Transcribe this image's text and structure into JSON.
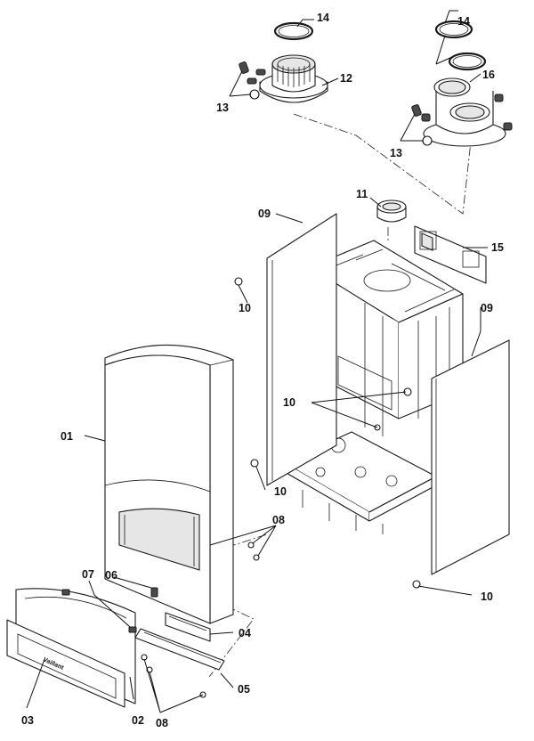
{
  "diagram": {
    "brand_mark": "Vaillant",
    "labels": [
      {
        "id": "l14a",
        "text": "14"
      },
      {
        "id": "l14b",
        "text": "14"
      },
      {
        "id": "l12",
        "text": "12"
      },
      {
        "id": "l16",
        "text": "16"
      },
      {
        "id": "l13a",
        "text": "13"
      },
      {
        "id": "l13b",
        "text": "13"
      },
      {
        "id": "l09a",
        "text": "09"
      },
      {
        "id": "l11",
        "text": "11"
      },
      {
        "id": "l15",
        "text": "15"
      },
      {
        "id": "l10a",
        "text": "10"
      },
      {
        "id": "l09b",
        "text": "09"
      },
      {
        "id": "l10b",
        "text": "10"
      },
      {
        "id": "l01",
        "text": "01"
      },
      {
        "id": "l10c",
        "text": "10"
      },
      {
        "id": "l08a",
        "text": "08"
      },
      {
        "id": "l07",
        "text": "07"
      },
      {
        "id": "l06",
        "text": "06"
      },
      {
        "id": "l04",
        "text": "04"
      },
      {
        "id": "l10d",
        "text": "10"
      },
      {
        "id": "l05",
        "text": "05"
      },
      {
        "id": "l03",
        "text": "03"
      },
      {
        "id": "l02",
        "text": "02"
      },
      {
        "id": "l08b",
        "text": "08"
      }
    ]
  }
}
